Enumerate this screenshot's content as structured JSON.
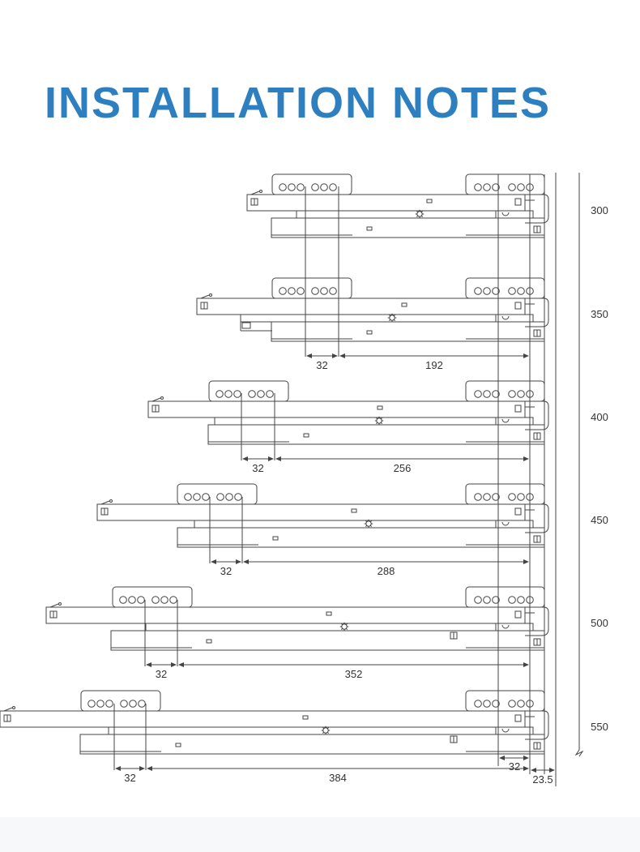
{
  "title": "INSTALLATION NOTES",
  "colors": {
    "title": "#2d7fc0",
    "line": "#444444"
  },
  "slides": [
    {
      "length_label": "300",
      "dims": []
    },
    {
      "length_label": "350",
      "dims": [
        "32",
        "192"
      ]
    },
    {
      "length_label": "400",
      "dims": [
        "32",
        "256"
      ]
    },
    {
      "length_label": "450",
      "dims": [
        "32",
        "288"
      ]
    },
    {
      "length_label": "500",
      "dims": [
        "32",
        "352"
      ]
    },
    {
      "length_label": "550",
      "dims": [
        "32",
        "384"
      ]
    }
  ],
  "rear": {
    "offset_label": "32",
    "thickness_label": "23.5"
  }
}
